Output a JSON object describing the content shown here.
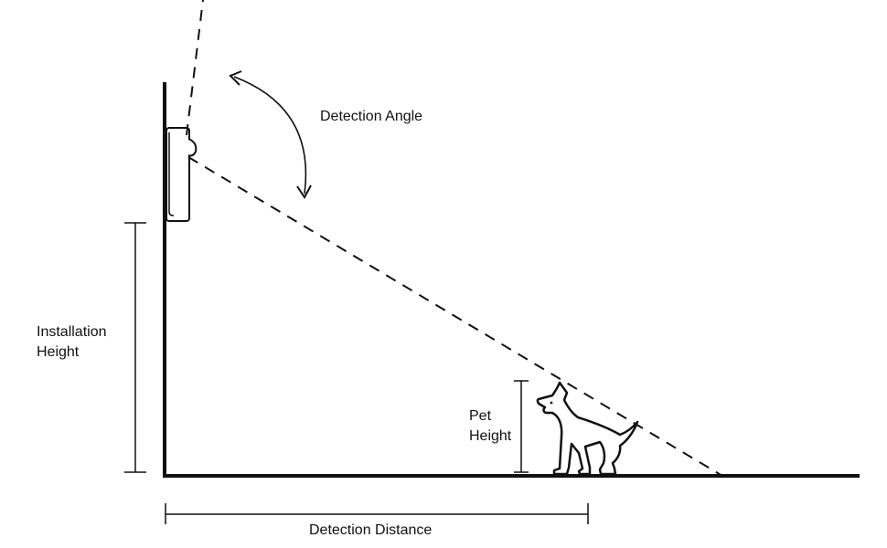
{
  "labels": {
    "detection_angle": "Detection Angle",
    "installation_height_line1": "Installation",
    "installation_height_line2": "Height",
    "pet_height_line1": "Pet",
    "pet_height_line2": "Height",
    "detection_distance": "Detection Distance"
  },
  "colors": {
    "line": "#111111",
    "background": "#ffffff"
  }
}
